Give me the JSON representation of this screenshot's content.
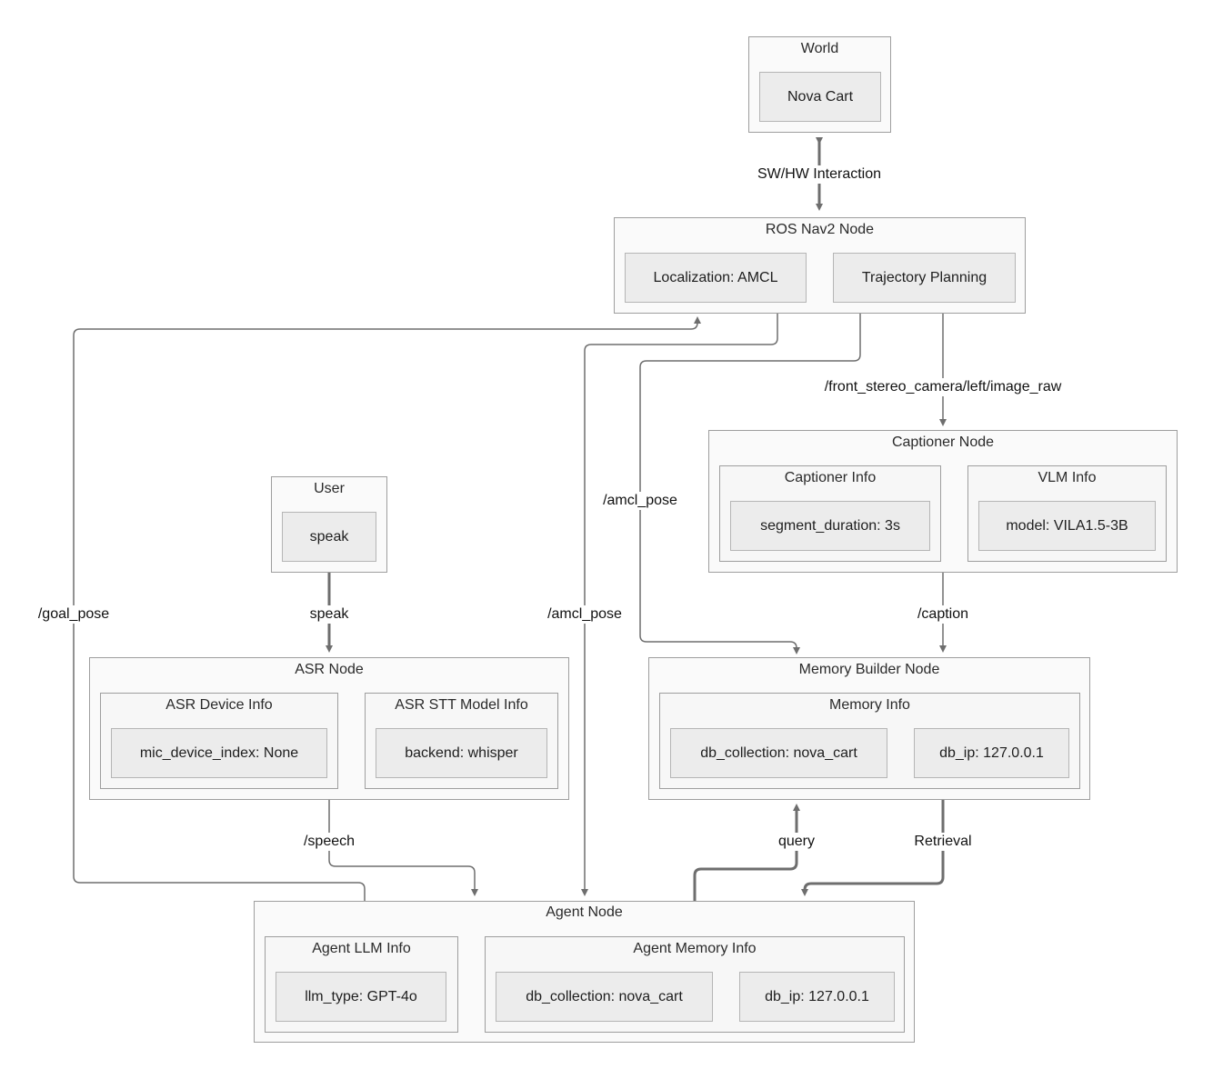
{
  "nodes": {
    "world": {
      "title": "World",
      "items": [
        "Nova Cart"
      ]
    },
    "ros_nav2": {
      "title": "ROS Nav2 Node",
      "items": [
        "Localization: AMCL",
        "Trajectory Planning"
      ]
    },
    "captioner": {
      "title": "Captioner Node",
      "groups": [
        {
          "title": "Captioner Info",
          "items": [
            "segment_duration: 3s"
          ]
        },
        {
          "title": "VLM Info",
          "items": [
            "model: VILA1.5-3B"
          ]
        }
      ]
    },
    "user": {
      "title": "User",
      "items": [
        "speak"
      ]
    },
    "asr": {
      "title": "ASR Node",
      "groups": [
        {
          "title": "ASR Device Info",
          "items": [
            "mic_device_index: None"
          ]
        },
        {
          "title": "ASR STT Model Info",
          "items": [
            "backend: whisper"
          ]
        }
      ]
    },
    "memory_builder": {
      "title": "Memory Builder Node",
      "groups": [
        {
          "title": "Memory Info",
          "items": [
            "db_collection: nova_cart",
            "db_ip: 127.0.0.1"
          ]
        }
      ]
    },
    "agent": {
      "title": "Agent Node",
      "groups": [
        {
          "title": "Agent LLM Info",
          "items": [
            "llm_type: GPT-4o"
          ]
        },
        {
          "title": "Agent Memory Info",
          "items": [
            "db_collection: nova_cart",
            "db_ip: 127.0.0.1"
          ]
        }
      ]
    }
  },
  "edges": {
    "sw_hw": "SW/HW Interaction",
    "image_raw": "/front_stereo_camera/left/image_raw",
    "amcl_pose_memory": "/amcl_pose",
    "amcl_pose_agent": "/amcl_pose",
    "goal_pose": "/goal_pose",
    "speak": "speak",
    "caption": "/caption",
    "speech": "/speech",
    "query": "query",
    "retrieval": "Retrieval"
  },
  "colors": {
    "edge": "#6e6e6e",
    "border": "#9e9e9e",
    "leaf_fill": "#ececec"
  }
}
